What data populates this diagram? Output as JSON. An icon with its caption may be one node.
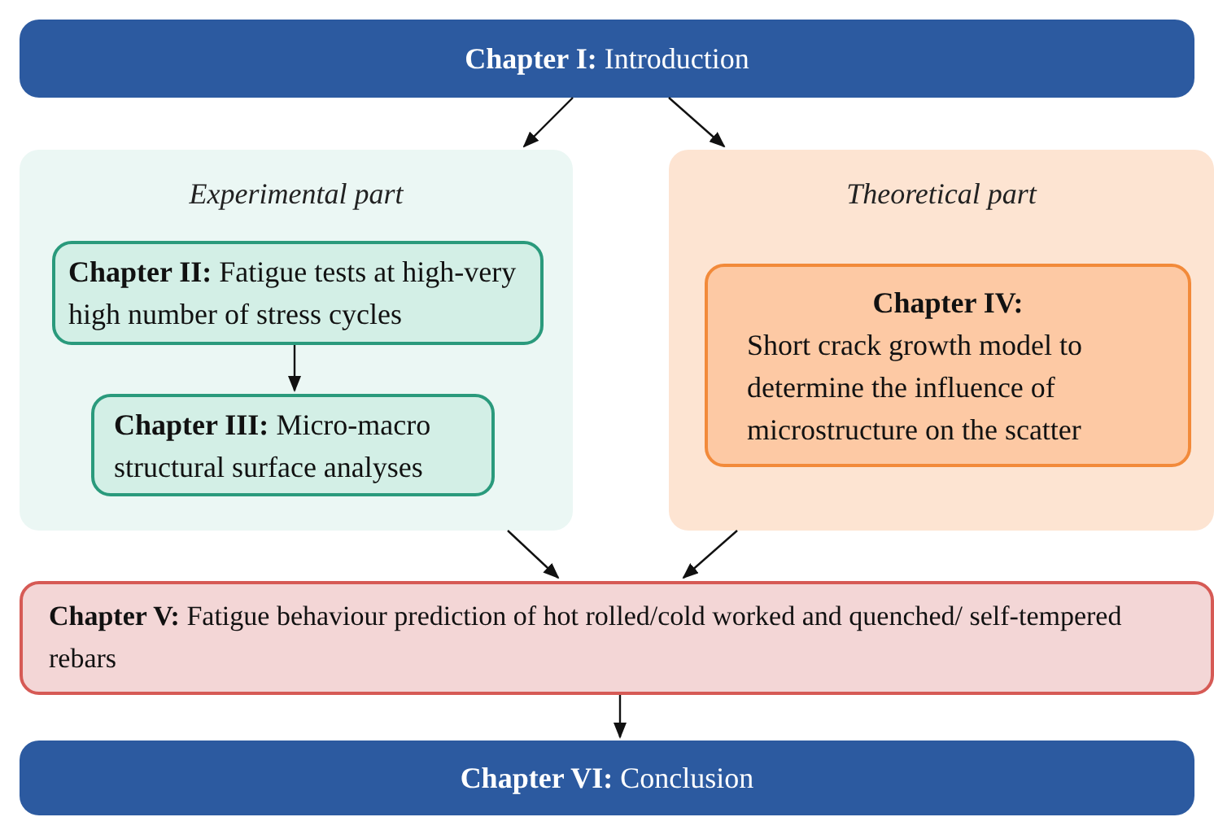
{
  "diagram": {
    "nodes": [
      {
        "text": [
          "**Chapter I:** Introduction"
        ]
      },
      {
        "text": [
          "Experimental part"
        ]
      },
      {
        "text": [
          "**Chapter II:** Fatigue tests at high-very high number of stress cycles"
        ],
        "in": 1
      },
      {
        "text": [
          "**Chapter III:** Micro-macro structural surface analyses"
        ],
        "in": 1
      },
      {
        "text": [
          "Theoretical part"
        ]
      },
      {
        "text": [
          "Chapter IV:",
          "Short crack growth model to determine the influence of microstructure on the scatter"
        ],
        "in": 4
      },
      {
        "text": [
          "**Chapter V:** Fatigue behaviour prediction of hot rolled/cold worked and quenched/ self-tempered rebars"
        ]
      },
      {
        "text": [
          "**Chapter VI:** Conclusion"
        ]
      }
    ],
    "edges": [
      {
        "from": 0,
        "to": 1,
        "arrow": "to"
      },
      {
        "from": 0,
        "to": 4,
        "arrow": "to"
      },
      {
        "from": 2,
        "to": 3,
        "arrow": "to"
      },
      {
        "from": 1,
        "to": 6,
        "arrow": "to"
      },
      {
        "from": 4,
        "to": 6,
        "arrow": "to"
      },
      {
        "from": 6,
        "to": 7,
        "arrow": "to"
      }
    ]
  }
}
